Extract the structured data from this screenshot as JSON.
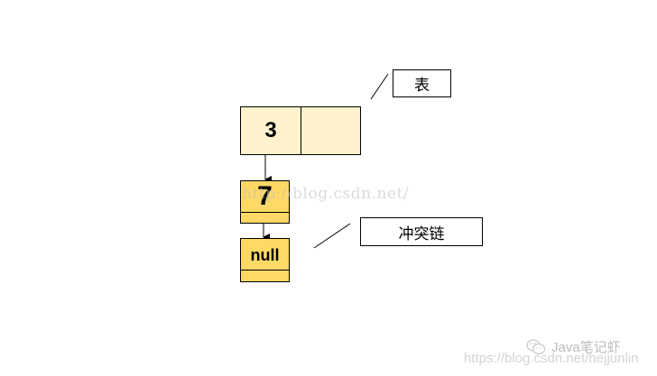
{
  "diagram": {
    "table": {
      "label": "表",
      "cells": [
        "3",
        ""
      ],
      "fill": "#fff2cc"
    },
    "chain": {
      "label": "冲突链",
      "nodes": [
        {
          "value": "7",
          "fill": "#ffd966"
        },
        {
          "value": "null",
          "fill": "#ffd966"
        }
      ]
    }
  },
  "watermarks": {
    "center": "http://blog.csdn.net/",
    "brand": "Java笔记虾",
    "corner": "https://blog.csdn.net/hejjunlin"
  }
}
